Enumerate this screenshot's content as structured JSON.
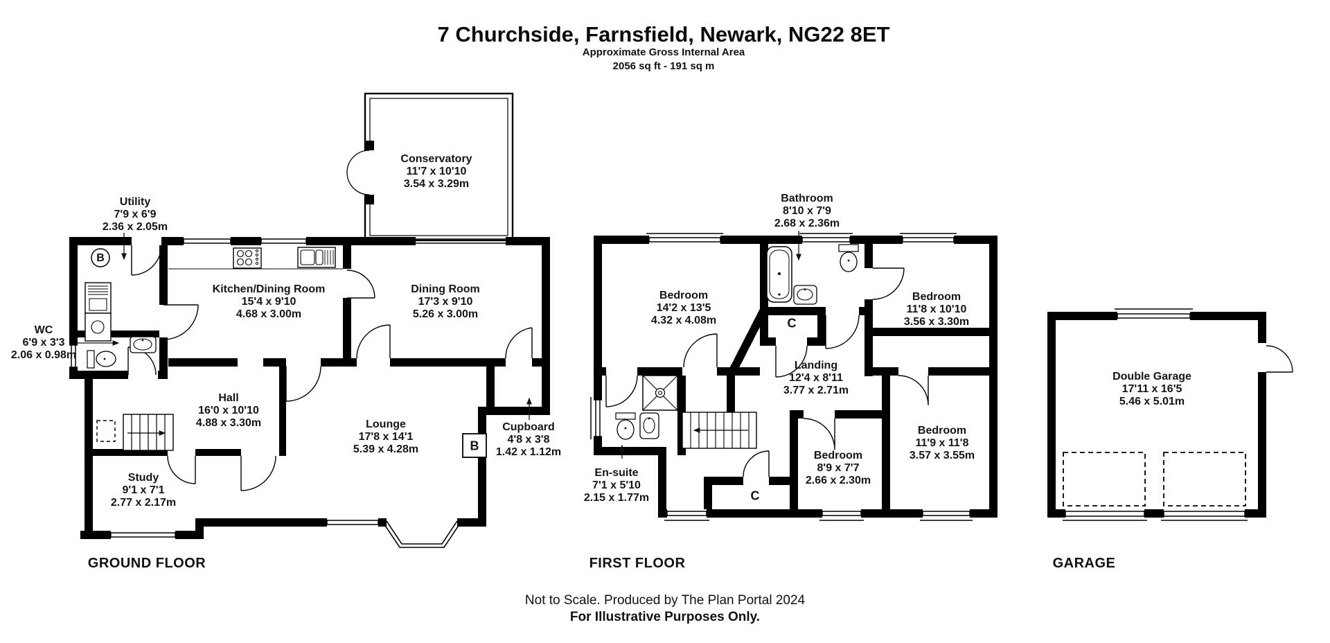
{
  "header": {
    "title": "7 Churchside, Farnsfield, Newark, NG22 8ET",
    "subtitle": "Approximate Gross Internal Area",
    "area": "2056 sq ft - 191 sq m"
  },
  "floors": {
    "ground": "GROUND FLOOR",
    "first": "FIRST FLOOR",
    "garage": "GARAGE"
  },
  "rooms": {
    "utility": {
      "name": "Utility",
      "imperial": "7'9 x 6'9",
      "metric": "2.36 x 2.05m"
    },
    "wc": {
      "name": "WC",
      "imperial": "6'9 x 3'3",
      "metric": "2.06 x 0.98m"
    },
    "kitchen": {
      "name": "Kitchen/Dining Room",
      "imperial": "15'4 x 9'10",
      "metric": "4.68 x 3.00m"
    },
    "conservatory": {
      "name": "Conservatory",
      "imperial": "11'7 x 10'10",
      "metric": "3.54 x 3.29m"
    },
    "dining": {
      "name": "Dining Room",
      "imperial": "17'3 x 9'10",
      "metric": "5.26 x 3.00m"
    },
    "hall": {
      "name": "Hall",
      "imperial": "16'0 x 10'10",
      "metric": "4.88 x 3.30m"
    },
    "lounge": {
      "name": "Lounge",
      "imperial": "17'8 x 14'1",
      "metric": "5.39 x 4.28m"
    },
    "cupboard": {
      "name": "Cupboard",
      "imperial": "4'8 x 3'8",
      "metric": "1.42 x 1.12m"
    },
    "study": {
      "name": "Study",
      "imperial": "9'1 x 7'1",
      "metric": "2.77 x 2.17m"
    },
    "bathroom": {
      "name": "Bathroom",
      "imperial": "8'10 x 7'9",
      "metric": "2.68 x 2.36m"
    },
    "bedroom1": {
      "name": "Bedroom",
      "imperial": "14'2 x 13'5",
      "metric": "4.32 x 4.08m"
    },
    "bedroom2": {
      "name": "Bedroom",
      "imperial": "11'8 x 10'10",
      "metric": "3.56 x 3.30m"
    },
    "landing": {
      "name": "Landing",
      "imperial": "12'4 x 8'11",
      "metric": "3.77 x 2.71m"
    },
    "ensuite": {
      "name": "En-suite",
      "imperial": "7'1 x 5'10",
      "metric": "2.15 x 1.77m"
    },
    "bedroom4": {
      "name": "Bedroom",
      "imperial": "8'9 x 7'7",
      "metric": "2.66 x 2.30m"
    },
    "bedroom3": {
      "name": "Bedroom",
      "imperial": "11'9 x 11'8",
      "metric": "3.57 x 3.55m"
    },
    "garage": {
      "name": "Double Garage",
      "imperial": "17'11 x 16'5",
      "metric": "5.46 x 5.01m"
    }
  },
  "markers": {
    "boiler": "B",
    "cupboard_letter": "C"
  },
  "footer": {
    "line1": "Not to Scale. Produced by The Plan Portal 2024",
    "line2": "For Illustrative Purposes Only."
  },
  "colors": {
    "wall": "#000000",
    "background": "#ffffff"
  }
}
